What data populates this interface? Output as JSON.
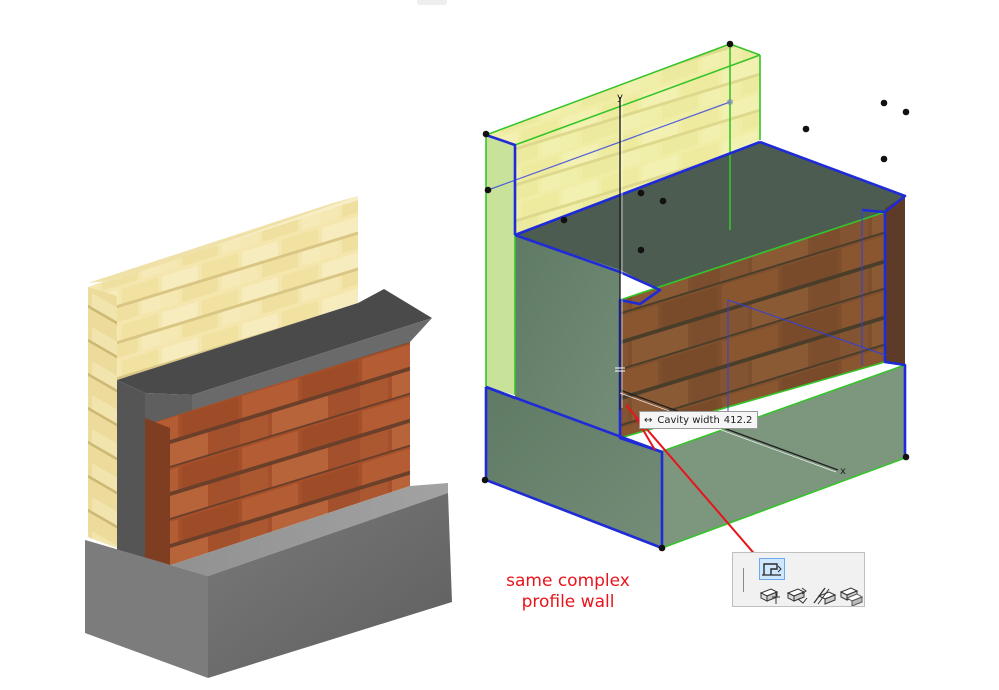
{
  "caption": {
    "line1": "same complex",
    "line2": "profile wall"
  },
  "tooltip": {
    "label": "Cavity width",
    "value": "412.2",
    "icon": "horizontal-double-arrow-icon"
  },
  "axes": {
    "y_label": "y",
    "x_label": "x"
  },
  "palette": {
    "tools": [
      {
        "icon": "edit-profile-offset-icon",
        "active": true
      },
      {
        "icon": "offset-node-icon",
        "active": false
      },
      {
        "icon": "offset-all-icon",
        "active": false
      },
      {
        "icon": "offset-edge-icon",
        "active": false
      },
      {
        "icon": "offset-surface-icon",
        "active": false
      }
    ]
  },
  "colors": {
    "annotation_red": "#e8141c",
    "selection_blue": "#1f2bd6",
    "selection_green": "#35c42a",
    "highlight_fill": "#ecfab0",
    "concrete_grey": "#6d6d6d",
    "cap_dark": "#4d4d4d",
    "brick_red": "#a8502a",
    "mortar": "#7a4a30",
    "block_cream": "#f3e3a6",
    "tool_highlight": "#cfe8ff"
  }
}
